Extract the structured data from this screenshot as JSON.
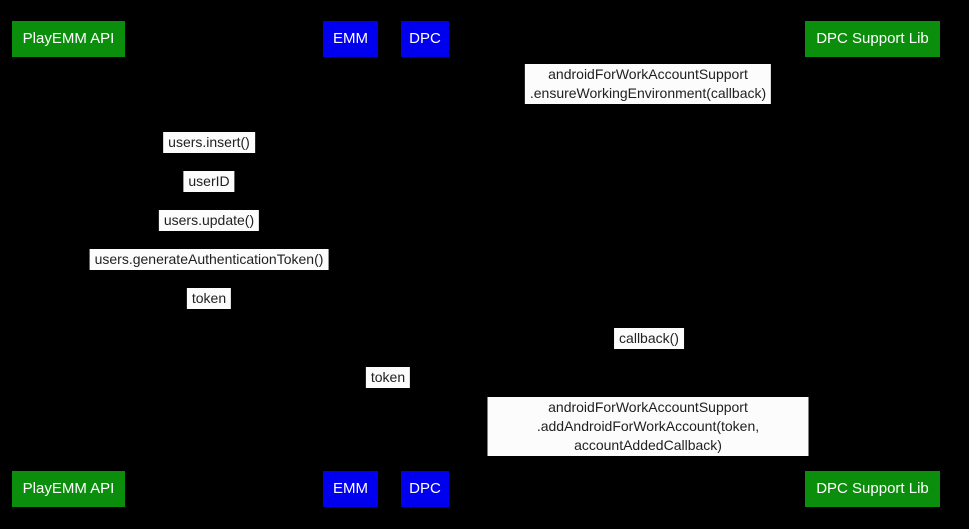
{
  "diagram": {
    "type": "sequence-diagram",
    "background": "#000000",
    "colors": {
      "actor_green": "#0B8E0B",
      "actor_blue": "#0000EE",
      "actor_text": "#FFFFFF",
      "message_background": "#FCFCFC",
      "message_text": "#1F1F1F"
    },
    "participants": [
      {
        "name": "PlayEMM API"
      },
      {
        "name": "EMM"
      },
      {
        "name": "DPC"
      },
      {
        "name": "DPC Support Lib"
      }
    ],
    "messages": [
      {
        "text": "androidForWorkAccountSupport\n.ensureWorkingEnvironment(callback)"
      },
      {
        "text": "users.insert()"
      },
      {
        "text": "userID"
      },
      {
        "text": "users.update()"
      },
      {
        "text": "users.generateAuthenticationToken()"
      },
      {
        "text": "token"
      },
      {
        "text": "callback()"
      },
      {
        "text": "token"
      },
      {
        "text": "androidForWorkAccountSupport\n.addAndroidForWorkAccount(token, accountAddedCallback)"
      }
    ]
  }
}
